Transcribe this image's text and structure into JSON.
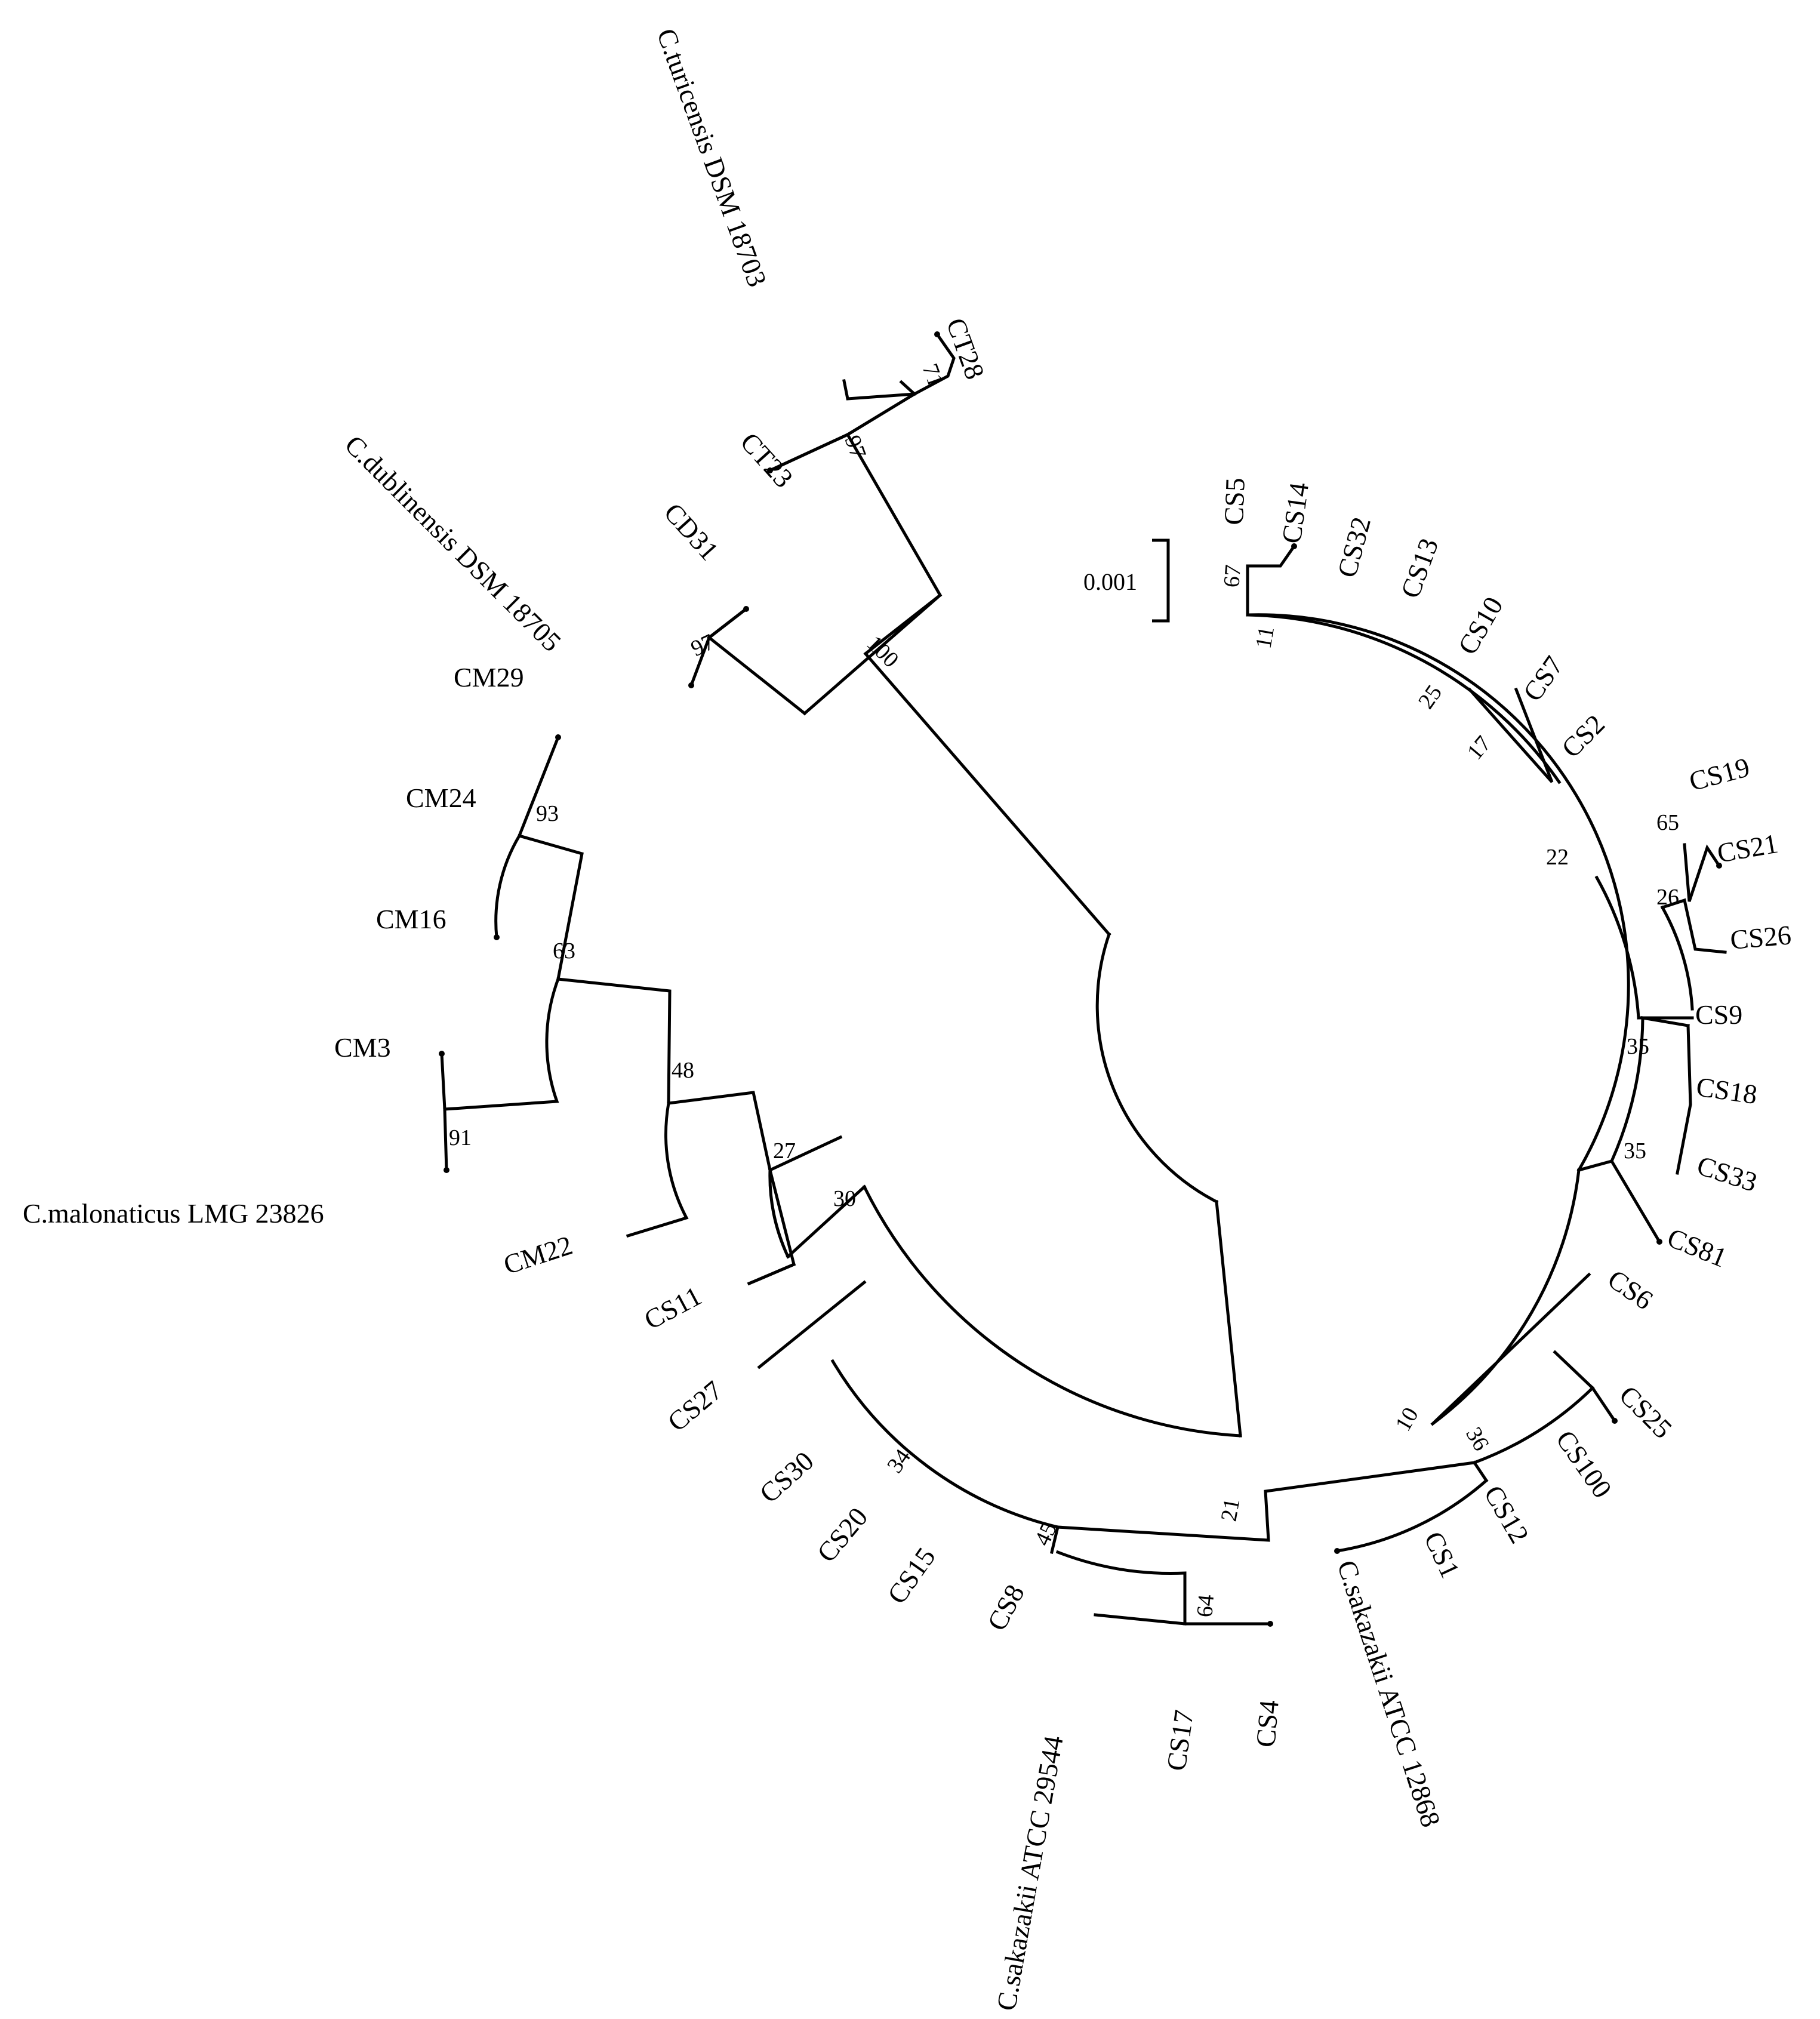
{
  "taxa": {
    "CT28": "CT28",
    "CT23": "CT23",
    "C_turicensis": "C.turicensis DSM 18703",
    "CD31": "CD31",
    "C_dublinensis": "C.dublinensis DSM 18705",
    "CM29": "CM29",
    "CM24": "CM24",
    "CM16": "CM16",
    "CM3": "CM3",
    "C_malonaticus": "C.malonaticus LMG 23826",
    "CM22": "CM22",
    "CS11": "CS11",
    "CS27": "CS27",
    "CS30": "CS30",
    "CS20": "CS20",
    "CS15": "CS15",
    "CS8": "CS8",
    "C_sakazakii_29544": "C.sakazakii ATCC 29544",
    "CS17": "CS17",
    "CS4": "CS4",
    "C_sakazakii_12868": "C.sakazakii ATCC 12868",
    "CS1": "CS1",
    "CS12": "CS12",
    "CS100": "CS100",
    "CS25": "CS25",
    "CS6": "CS6",
    "CS81": "CS81",
    "CS33": "CS33",
    "CS18": "CS18",
    "CS9": "CS9",
    "CS26": "CS26",
    "CS21": "CS21",
    "CS19": "CS19",
    "CS2": "CS2",
    "CS7": "CS7",
    "CS10": "CS10",
    "CS13": "CS13",
    "CS32": "CS32",
    "CS14": "CS14",
    "CS5": "CS5"
  },
  "bootstrap": {
    "b71": "71",
    "b97_ct": "97",
    "b100": "100",
    "b97_cd": "97",
    "b93": "93",
    "b63": "63",
    "b91": "91",
    "b48": "48",
    "b27": "27",
    "b30": "30",
    "b34": "34",
    "b45": "45",
    "b64": "64",
    "b21": "21",
    "b36": "36",
    "b10": "10",
    "b35_a": "35",
    "b35_b": "35",
    "b26": "26",
    "b65": "65",
    "b22": "22",
    "b17": "17",
    "b25": "25",
    "b11": "11",
    "b67": "67"
  },
  "scale_bar": {
    "label": "0.001"
  }
}
